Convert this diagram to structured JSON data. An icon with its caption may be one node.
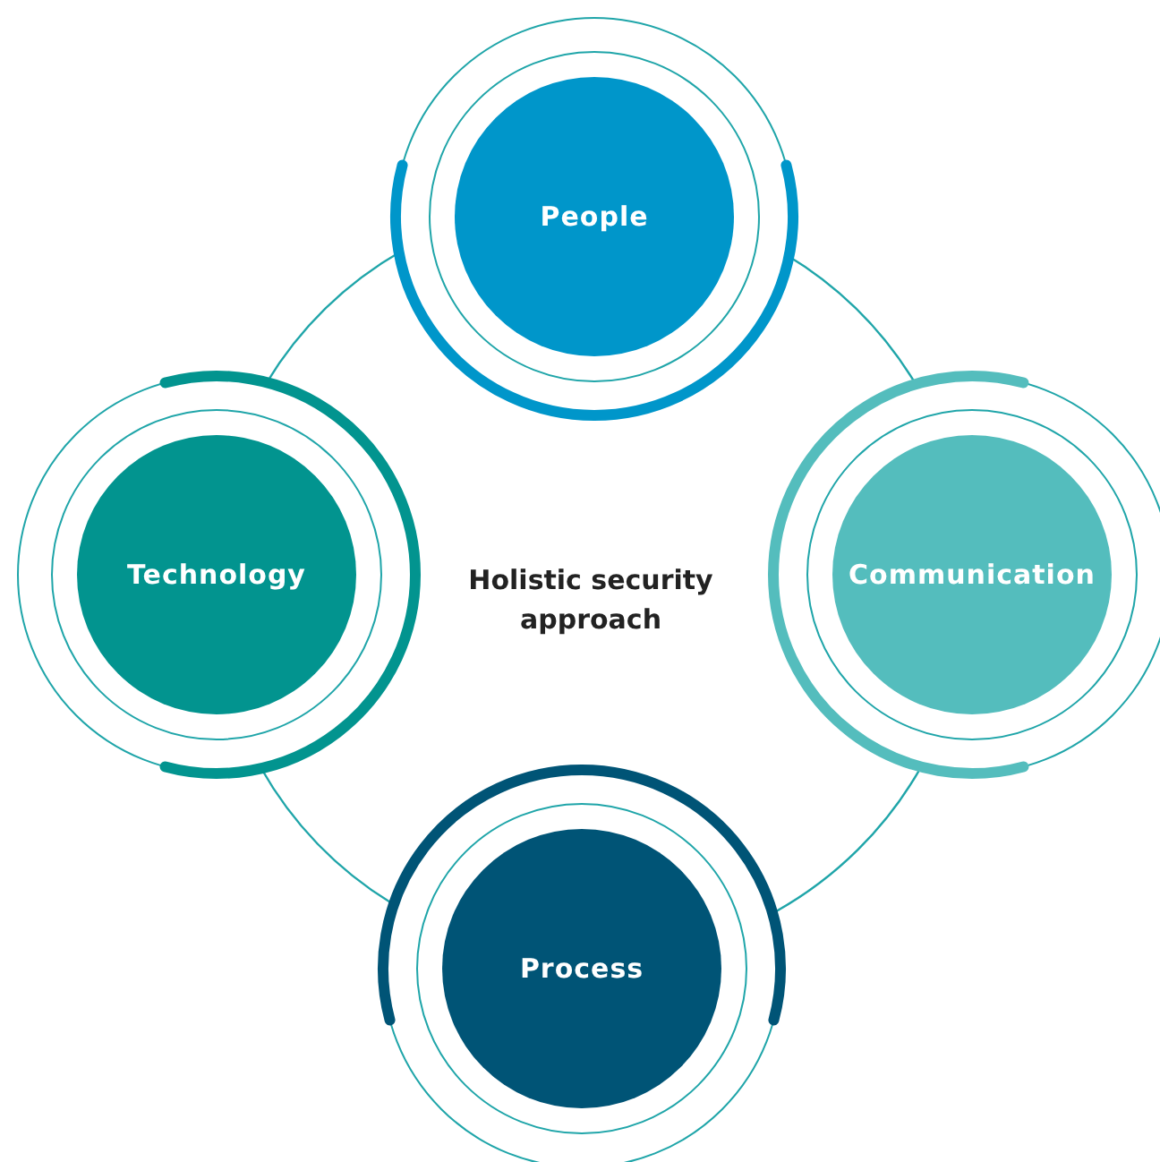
{
  "diagram": {
    "nodes": [
      {
        "text": [
          "People"
        ]
      },
      {
        "text": [
          "Technology"
        ]
      },
      {
        "text": [
          "Communication"
        ]
      },
      {
        "text": [
          "Process"
        ]
      }
    ],
    "edges": [
      {
        "from": 1,
        "to": 0,
        "arrow": "none"
      },
      {
        "from": 0,
        "to": 2,
        "arrow": "none"
      },
      {
        "from": 2,
        "to": 3,
        "arrow": "none"
      },
      {
        "from": 3,
        "to": 1,
        "arrow": "none"
      }
    ],
    "labels": [
      "Holistic security approach"
    ]
  }
}
